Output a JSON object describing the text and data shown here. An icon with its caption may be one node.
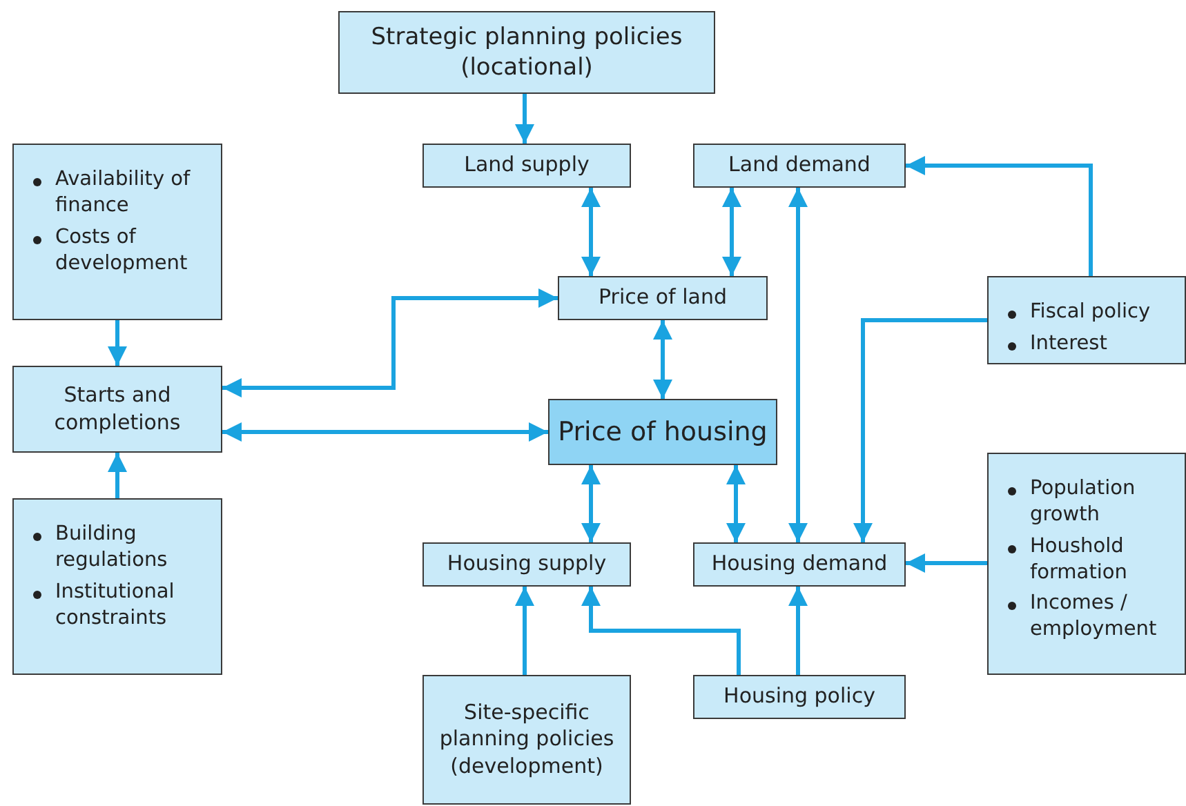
{
  "diagram": {
    "nodes": [
      {
        "text": [
          "Strategic planning policies (locational)"
        ]
      },
      {
        "text": [
          "Land supply"
        ]
      },
      {
        "text": [
          "Land demand"
        ]
      },
      {
        "text": [
          "Availability of finance",
          "Costs of development"
        ]
      },
      {
        "text": [
          "Price of land"
        ]
      },
      {
        "text": [
          "Fiscal policy",
          "Interest"
        ]
      },
      {
        "text": [
          "Starts and completions"
        ]
      },
      {
        "text": [
          "Price of housing"
        ]
      },
      {
        "text": [
          "Population growth",
          "Houshold formation",
          "Incomes / employment"
        ]
      },
      {
        "text": [
          "Building regulations",
          "Institutional constraints"
        ]
      },
      {
        "text": [
          "Housing supply"
        ]
      },
      {
        "text": [
          "Housing demand"
        ]
      },
      {
        "text": [
          "Housing policy"
        ]
      },
      {
        "text": [
          "Site-specific planning policies (development)"
        ]
      }
    ],
    "edges": [
      {
        "from": 0,
        "to": 1,
        "arrow": "to"
      },
      {
        "from": 1,
        "to": 4,
        "arrow": "both"
      },
      {
        "from": 2,
        "to": 4,
        "arrow": "both"
      },
      {
        "from": 2,
        "to": 11,
        "arrow": "both"
      },
      {
        "from": 5,
        "to": 2,
        "arrow": "to"
      },
      {
        "from": 5,
        "to": 11,
        "arrow": "to"
      },
      {
        "from": 3,
        "to": 6,
        "arrow": "to"
      },
      {
        "from": 4,
        "to": 6,
        "arrow": "both"
      },
      {
        "from": 6,
        "to": 7,
        "arrow": "both"
      },
      {
        "from": 7,
        "to": 4,
        "arrow": "both"
      },
      {
        "from": 7,
        "to": 10,
        "arrow": "both"
      },
      {
        "from": 7,
        "to": 11,
        "arrow": "both"
      },
      {
        "from": 8,
        "to": 11,
        "arrow": "to"
      },
      {
        "from": 9,
        "to": 6,
        "arrow": "to"
      },
      {
        "from": 13,
        "to": 10,
        "arrow": "to"
      },
      {
        "from": 12,
        "to": 10,
        "arrow": "to"
      },
      {
        "from": 12,
        "to": 11,
        "arrow": "to"
      }
    ]
  }
}
